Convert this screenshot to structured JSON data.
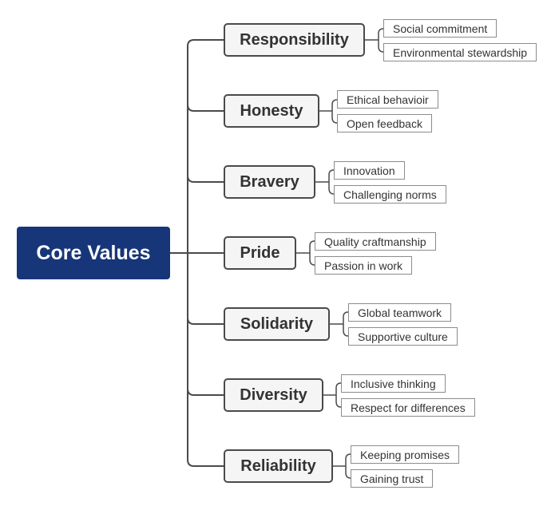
{
  "root": {
    "label": "Core Values",
    "color": "#173679"
  },
  "topics": [
    {
      "label": "Responsibility",
      "children": [
        "Social commitment",
        "Environmental stewardship"
      ]
    },
    {
      "label": "Honesty",
      "children": [
        "Ethical behavioir",
        "Open feedback"
      ]
    },
    {
      "label": "Bravery",
      "children": [
        "Innovation",
        "Challenging norms"
      ]
    },
    {
      "label": "Pride",
      "children": [
        "Quality craftmanship",
        "Passion in work"
      ]
    },
    {
      "label": "Solidarity",
      "children": [
        "Global teamwork",
        "Supportive culture"
      ]
    },
    {
      "label": "Diversity",
      "children": [
        "Inclusive thinking",
        "Respect for differences"
      ]
    },
    {
      "label": "Reliability",
      "children": [
        "Keeping promises",
        "Gaining trust"
      ]
    }
  ],
  "colors": {
    "line": "#4a4a4a",
    "leaf_border": "#8c8c8c",
    "topic_bg": "#f5f5f5"
  }
}
